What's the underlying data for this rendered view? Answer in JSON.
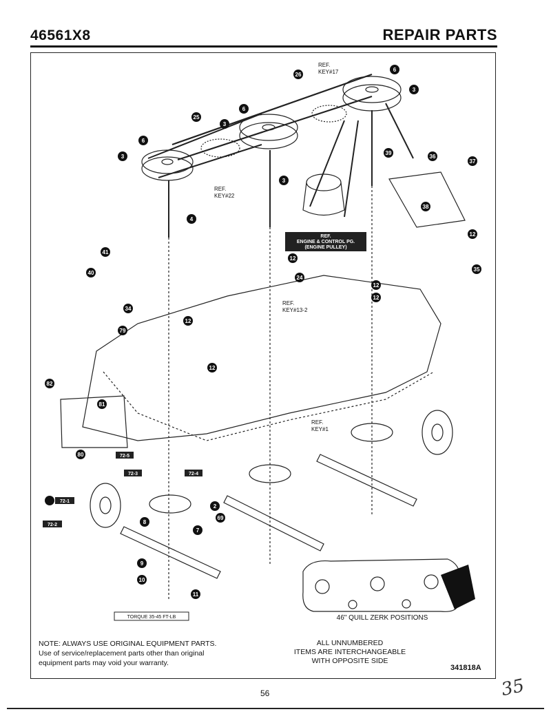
{
  "header": {
    "model": "46561X8",
    "title": "REPAIR PARTS"
  },
  "labels": {
    "ref17": [
      "REF.",
      "KEY#17"
    ],
    "ref22": [
      "REF.",
      "KEY#22"
    ],
    "ref13": [
      "REF.",
      "KEY#13-2"
    ],
    "ref1": [
      "REF.",
      "KEY#1"
    ],
    "engine_ref": [
      "REF.",
      "ENGINE & CONTROL PG.",
      "(ENGINE PULLEY)"
    ],
    "torque": "TORQUE 35-45 FT-LB",
    "zerk": "46\" QUILL ZERK POSITIONS"
  },
  "callouts": [
    "6",
    "3",
    "26",
    "25",
    "6",
    "3",
    "6",
    "3",
    "3",
    "4",
    "39",
    "36",
    "37",
    "38",
    "12",
    "24",
    "12",
    "41",
    "40",
    "34",
    "12",
    "12",
    "35",
    "79",
    "12",
    "82",
    "81",
    "80",
    "72-5",
    "72-3",
    "72-4",
    "72-1",
    "72-2",
    "2",
    "69",
    "8",
    "7",
    "9",
    "10",
    "11",
    "12"
  ],
  "notes": {
    "left": [
      "NOTE: ALWAYS USE ORIGINAL EQUIPMENT PARTS.",
      "Use of service/replacement parts other than original",
      "equipment parts may void your warranty."
    ],
    "center": [
      "ALL UNNUMBERED",
      "ITEMS ARE INTERCHANGEABLE",
      "WITH OPPOSITE SIDE"
    ],
    "docnum": "341818A"
  },
  "page_number": "56",
  "handwritten": "35"
}
